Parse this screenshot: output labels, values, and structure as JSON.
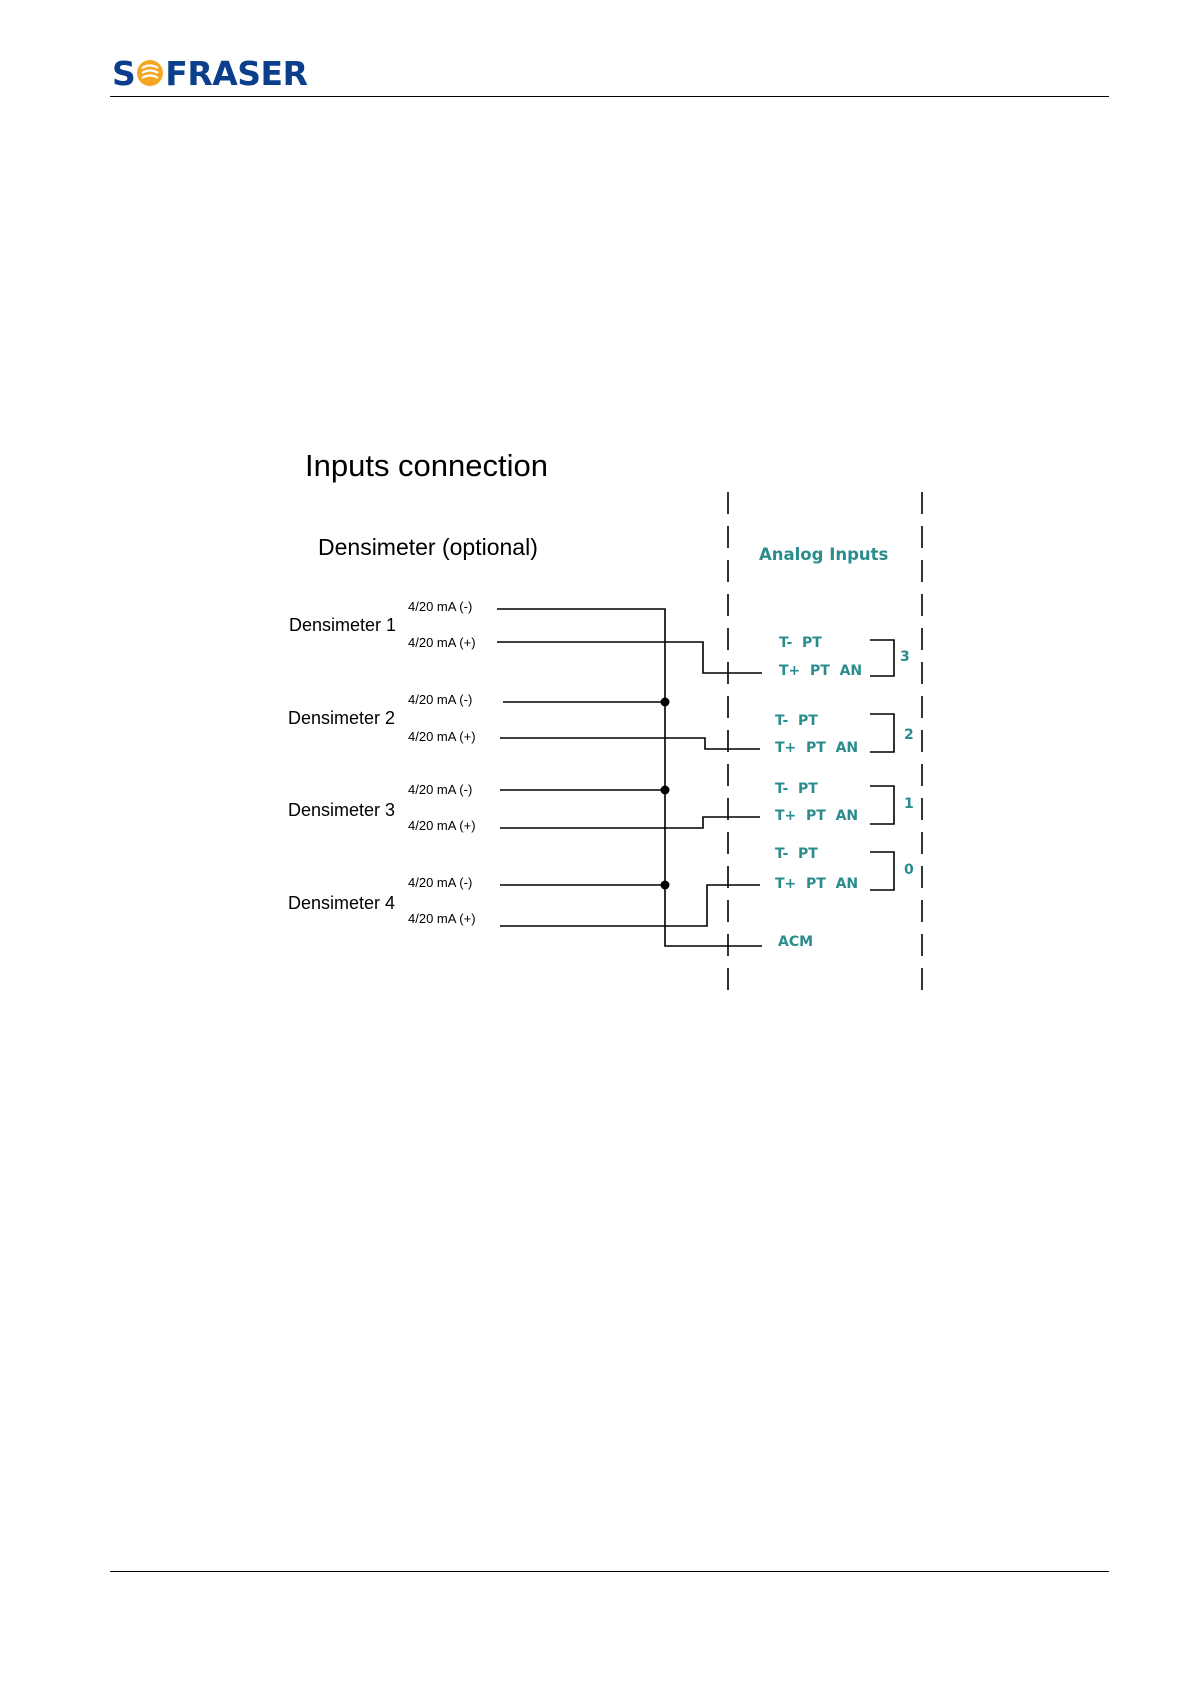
{
  "header": {
    "logo_text": "SOFRASER"
  },
  "diagram": {
    "title": "Inputs connection",
    "subtitle": "Densimeter (optional)",
    "terminal_block_title": "Analog Inputs",
    "devices": [
      {
        "name": "Densimeter 1",
        "neg_label": "4/20 mA (-)",
        "pos_label": "4/20 mA (+)"
      },
      {
        "name": "Densimeter 2",
        "neg_label": "4/20 mA (-)",
        "pos_label": "4/20 mA (+)"
      },
      {
        "name": "Densimeter 3",
        "neg_label": "4/20 mA (-)",
        "pos_label": "4/20 mA (+)"
      },
      {
        "name": "Densimeter 4",
        "neg_label": "4/20 mA (-)",
        "pos_label": "4/20 mA (+)"
      }
    ],
    "inputs": [
      {
        "number": "3",
        "neg_terminal": "T-  PT",
        "pos_terminal": "T+  PT  AN"
      },
      {
        "number": "2",
        "neg_terminal": "T-  PT",
        "pos_terminal": "T+  PT  AN"
      },
      {
        "number": "1",
        "neg_terminal": "T-  PT",
        "pos_terminal": "T+  PT  AN"
      },
      {
        "number": "0",
        "neg_terminal": "T-  PT",
        "pos_terminal": "T+  PT  AN"
      }
    ],
    "common_terminal": "ACM",
    "colors": {
      "terminal_text": "#2a8c8c",
      "logo": "#0b3f8c",
      "logo_accent": "#f5a623"
    }
  }
}
